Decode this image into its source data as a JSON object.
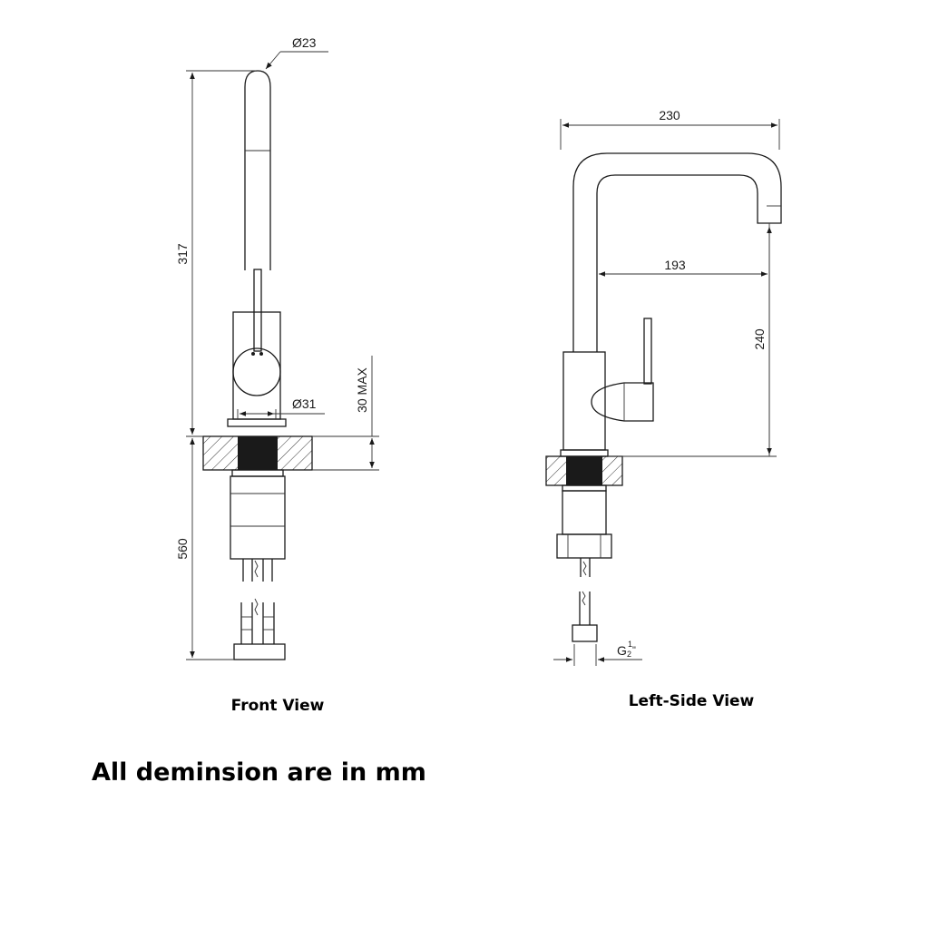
{
  "front_view": {
    "title": "Front View",
    "dimensions": {
      "spout_diameter": "Ø23",
      "total_height": "317",
      "body_diameter": "Ø31",
      "max_thickness": "30 MAX",
      "hose_length": "560"
    }
  },
  "side_view": {
    "title": "Left-Side View",
    "dimensions": {
      "overall_reach": "230",
      "spout_reach": "193",
      "spout_height": "240",
      "thread_main": "G",
      "thread_num": "1",
      "thread_den": "2",
      "thread_suffix": "\""
    }
  },
  "note": "All deminsion are in mm"
}
